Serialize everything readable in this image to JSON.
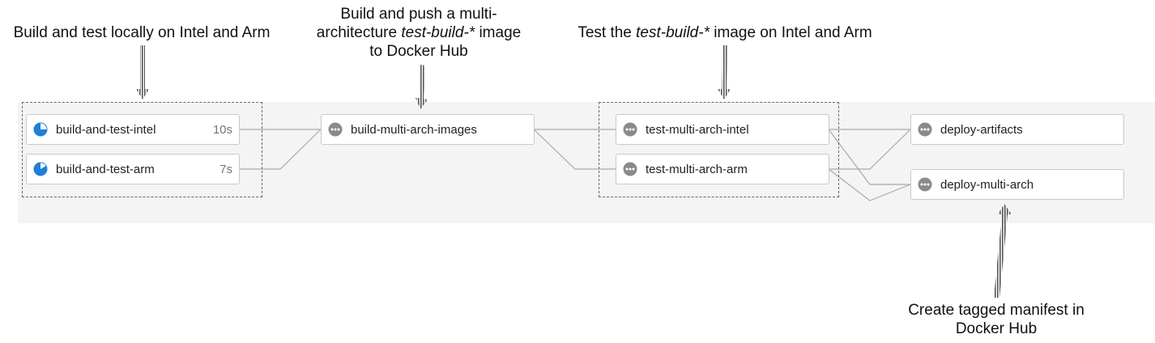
{
  "annotations": {
    "local": {
      "text": "Build and test locally on Intel and Arm"
    },
    "push": {
      "line1": "Build and push a multi-",
      "line2_pre": "architecture ",
      "line2_em": "test-build-*",
      "line2_post": " image",
      "line3": "to Docker Hub"
    },
    "test": {
      "pre": "Test the ",
      "em": "test-build-*",
      "post": " image on Intel and Arm"
    },
    "manifest": {
      "line1": "Create tagged manifest in",
      "line2": "Docker Hub"
    }
  },
  "jobs": {
    "build_intel": {
      "label": "build-and-test-intel",
      "duration": "10s",
      "status": "running-icon"
    },
    "build_arm": {
      "label": "build-and-test-arm",
      "duration": "7s",
      "status": "running-icon"
    },
    "multi_arch_images": {
      "label": "build-multi-arch-images",
      "status": "pending-icon"
    },
    "test_intel": {
      "label": "test-multi-arch-intel",
      "status": "pending-icon"
    },
    "test_arm": {
      "label": "test-multi-arch-arm",
      "status": "pending-icon"
    },
    "deploy_artifacts": {
      "label": "deploy-artifacts",
      "status": "pending-icon"
    },
    "deploy_multi_arch": {
      "label": "deploy-multi-arch",
      "status": "pending-icon"
    }
  },
  "colors": {
    "running": "#1f7fd6",
    "pending": "#8a8a8a",
    "connector": "#a9a9a9",
    "band": "#f4f4f4"
  }
}
